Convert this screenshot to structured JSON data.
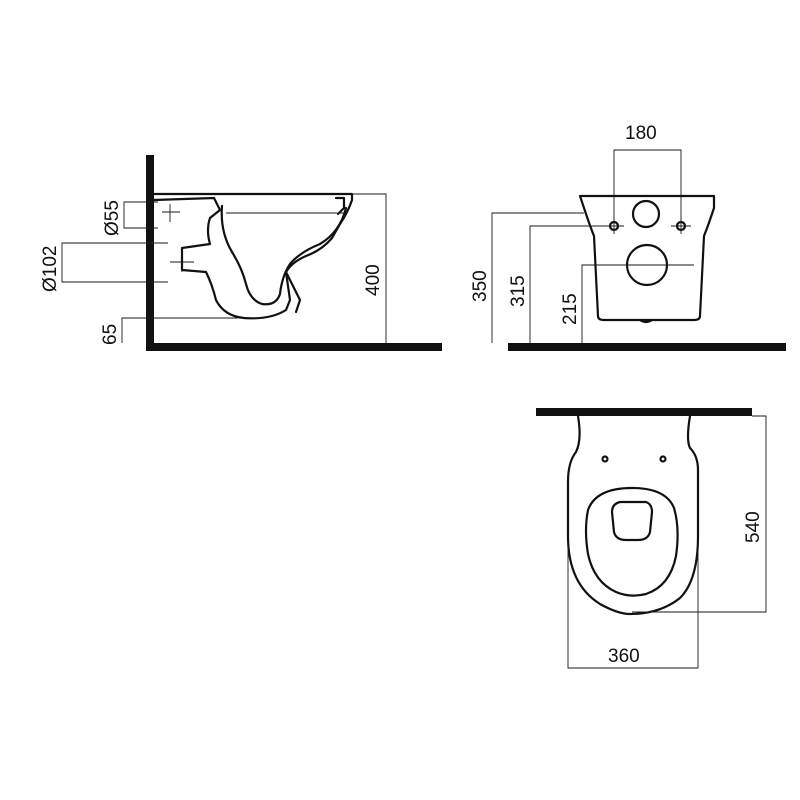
{
  "colors": {
    "ink": "#111111",
    "background": "#ffffff"
  },
  "side_view": {
    "outlet_diameter": "Ø55",
    "inlet_diameter": "Ø102",
    "outlet_height": "65",
    "bowl_height": "400"
  },
  "front_view": {
    "bolt_spacing": "180",
    "total_height": "350",
    "bolt_height": "315",
    "inlet_height": "215"
  },
  "top_view": {
    "projection": "540",
    "width": "360"
  }
}
